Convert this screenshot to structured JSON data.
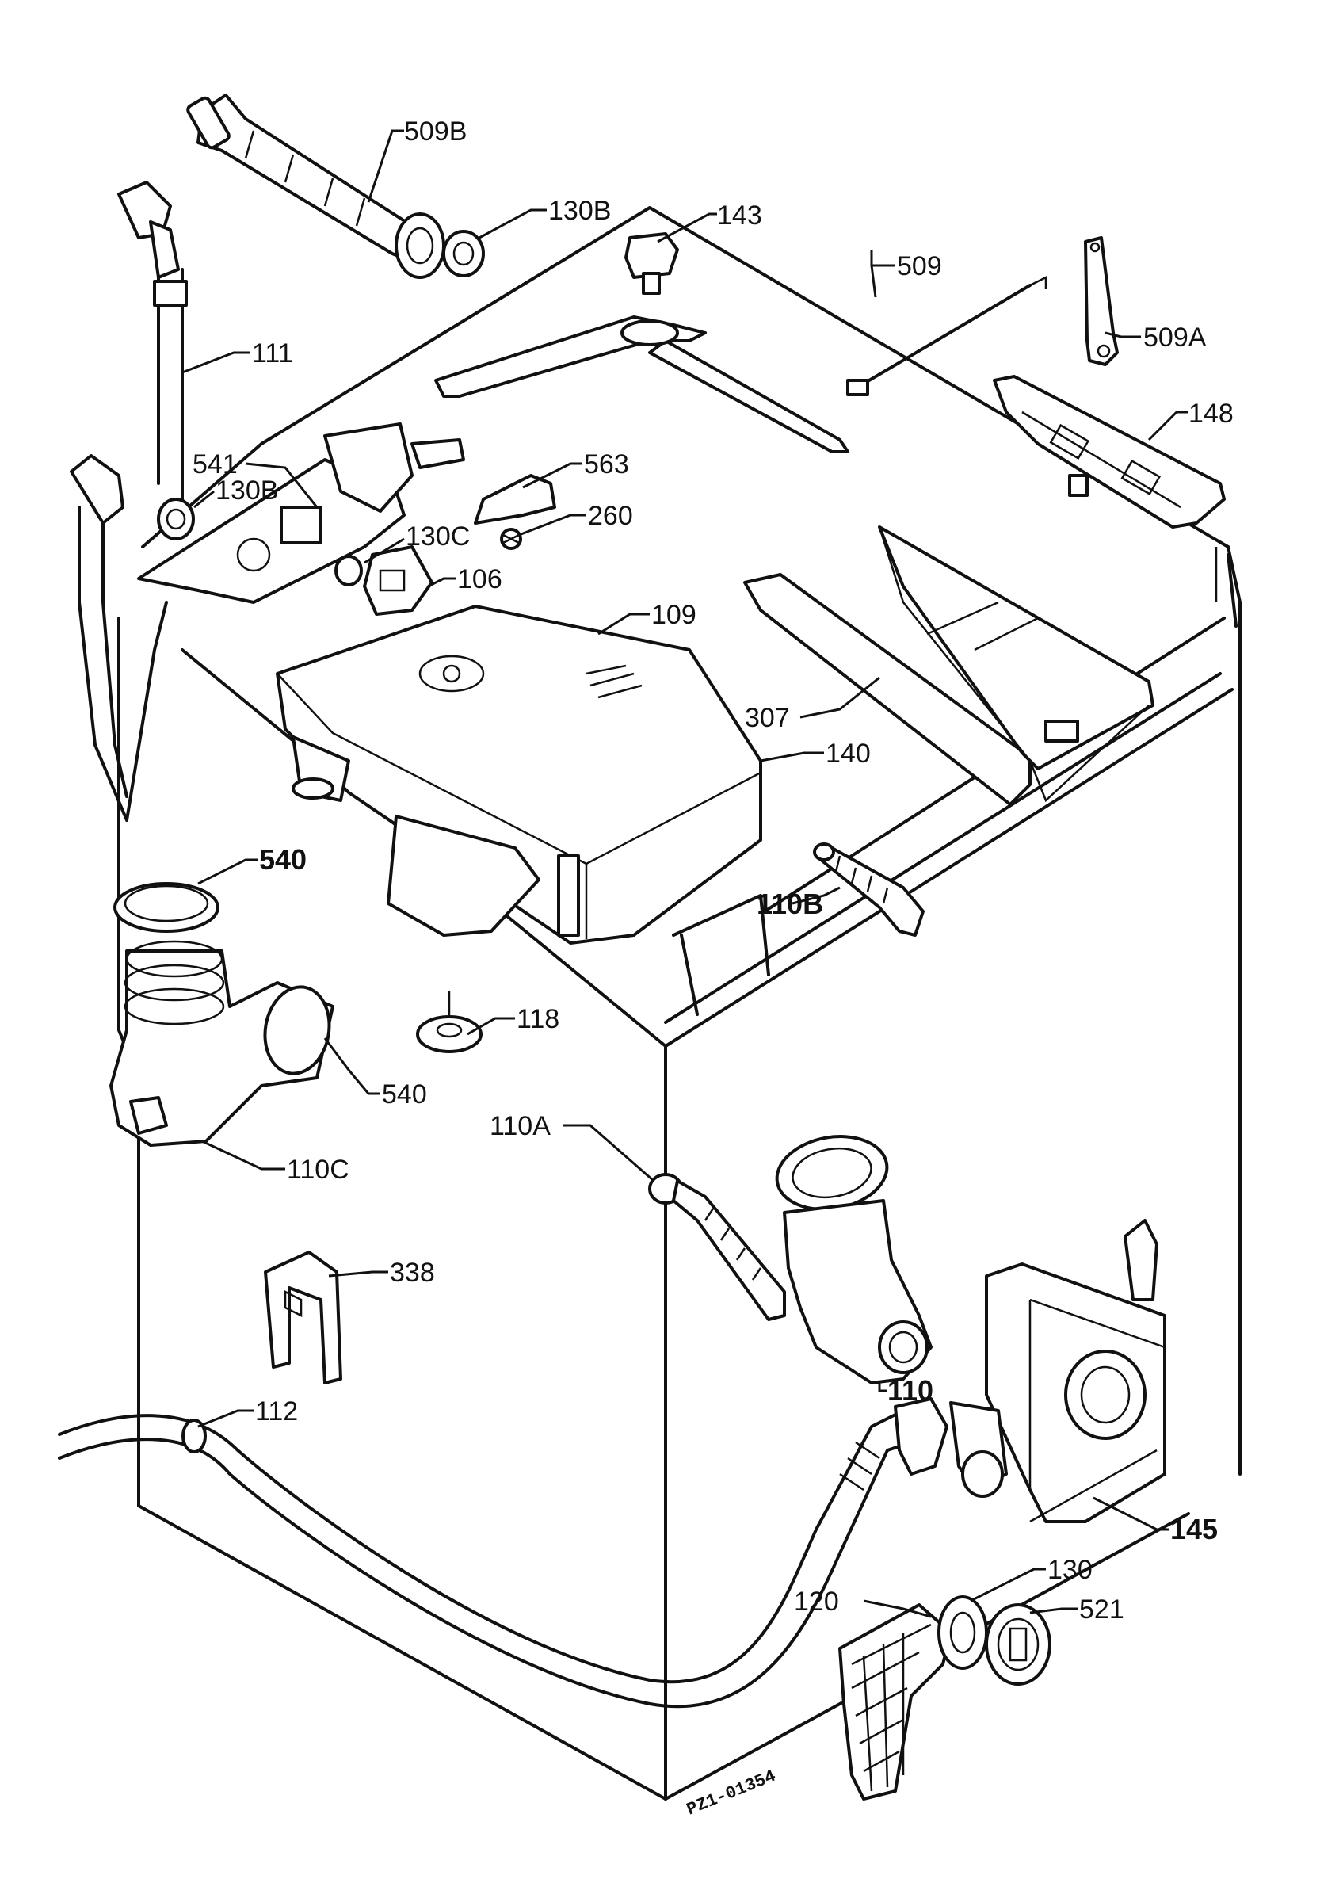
{
  "labels": {
    "l509B": "509B",
    "l130B_top": "130B",
    "l143": "143",
    "l509": "509",
    "l509A": "509A",
    "l111": "111",
    "l148": "148",
    "l541": "541",
    "l130B_mid": "130B",
    "l563": "563",
    "l130C": "130C",
    "l260": "260",
    "l106": "106",
    "l109": "109",
    "l307": "307",
    "l140": "140",
    "l540_top": "540",
    "l110B": "110B",
    "l118": "118",
    "l540_bot": "540",
    "l110C": "110C",
    "l110A": "110A",
    "l338": "338",
    "l110": "110",
    "l112": "112",
    "l145": "145",
    "l130": "130",
    "l120": "120",
    "l521": "521"
  },
  "reference_code": "PZ1-01354"
}
